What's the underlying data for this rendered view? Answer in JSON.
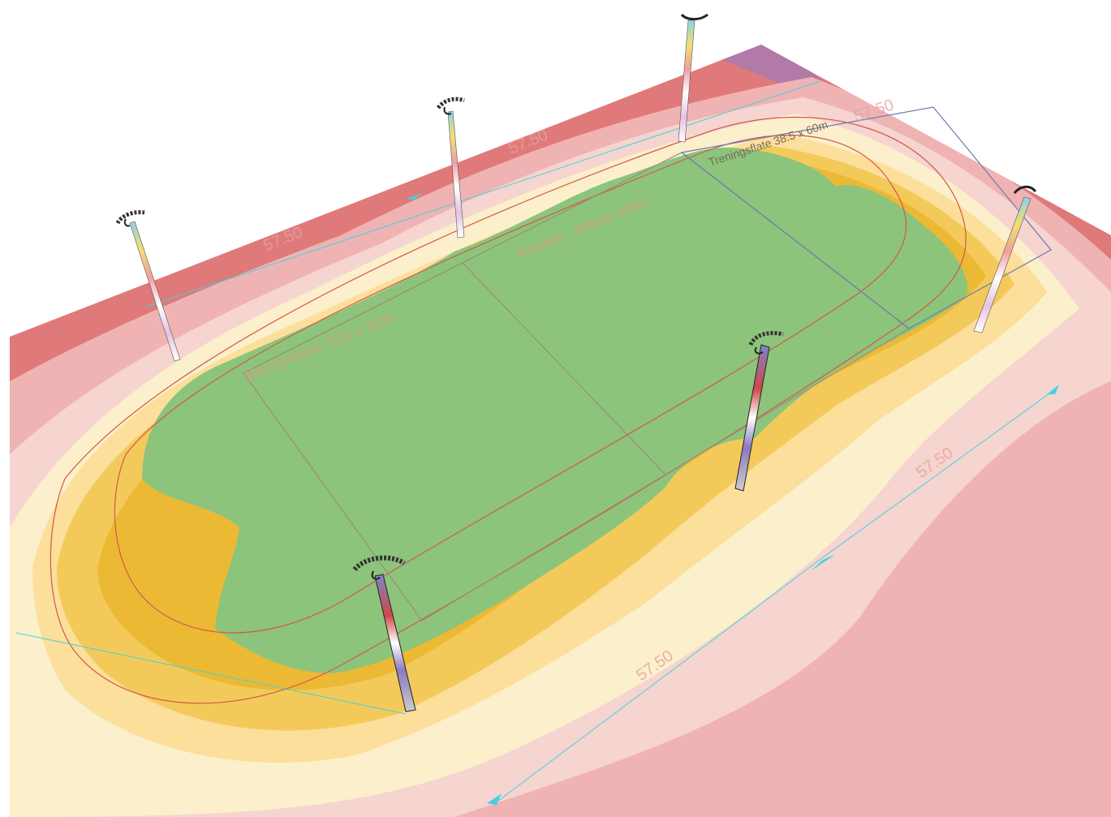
{
  "labels": {
    "bandy": "Bandybane 100 x 60m",
    "track": "Rundløp - skøyter 400m",
    "training": "Treningsflate 38.5 x 60m"
  },
  "dimensions": {
    "d1": "57.50",
    "d2": "57.50",
    "d3": "57.50",
    "d4": "57.50",
    "d5": "57.50"
  },
  "colors": {
    "background": "#ffffff",
    "zone_red": "#e07a7a",
    "zone_pink": "#f0b3b3",
    "zone_lightpink": "#f6d4cf",
    "zone_cream": "#fcefcb",
    "zone_lightyellow": "#fbdf9a",
    "zone_yellow": "#f3ca5a",
    "zone_orange": "#ecb934",
    "zone_green": "#8cc47c",
    "zone_purple": "#b27aa6",
    "track_line": "#d4574a",
    "field_line": "#a08a78",
    "dim_line": "#3fd3e0"
  }
}
